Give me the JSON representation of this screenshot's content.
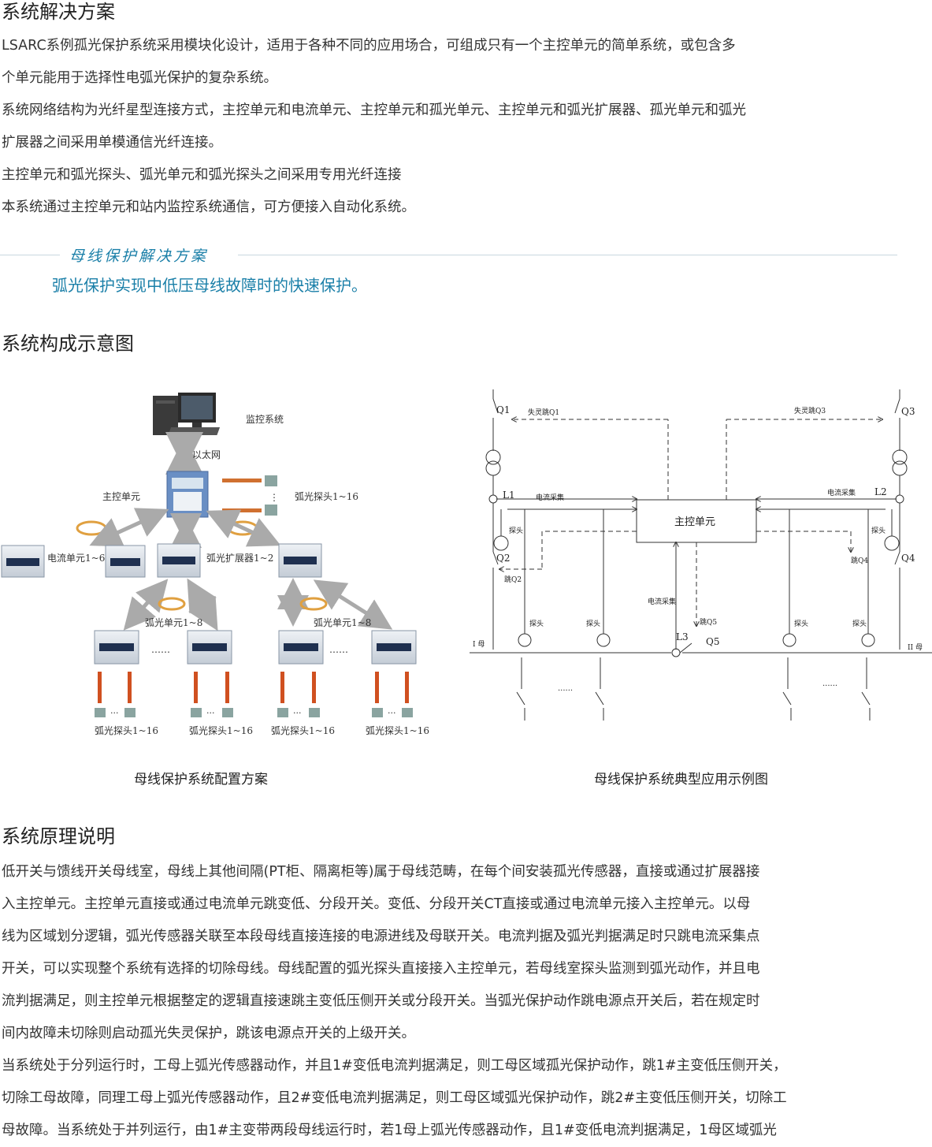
{
  "section1": {
    "title": "系统解决方案",
    "paragraphs": [
      "LSARC系例孤光保护系统采用模块化设计，适用于各种不同的应用场合，可组成只有一个主控单元的简单系统，或包含多",
      "个单元能用于选择性电弧光保护的复杂系统。",
      "系统网络结构为光纤星型连接方式，主控单元和电流单元、主控单元和孤光单元、主控单元和弧光扩展器、孤光单元和弧光",
      "扩展器之间采用单模通信光纤连接。",
      "主控单元和弧光探头、弧光单元和弧光探头之间采用专用光纤连接",
      "本系统通过主控单元和站内监控系统通信，可方便接入自动化系统。"
    ]
  },
  "busbar": {
    "title": "母线保护解决方案",
    "highlight": "弧光保护实现中低压母线故障时的快速保护。"
  },
  "section2": {
    "title": "系统构成示意图"
  },
  "diagram_left": {
    "monitor": "监控系统",
    "ethernet": "以太网",
    "main_unit": "主控单元",
    "probe_top": "弧光探头1~16",
    "current_unit": "电流单元1~6",
    "extender": "弧光扩展器1~2",
    "arc_unit_1": "弧光单元1~8",
    "arc_unit_2": "弧光单元1~8",
    "dots": "……",
    "probe_1": "弧光探头1~16",
    "probe_2": "弧光探头1~16",
    "probe_3": "弧光探头1~16",
    "probe_4": "弧光探头1~16",
    "caption": "母线保护系统配置方案"
  },
  "diagram_right": {
    "q1": "Q1",
    "q1_fail": "失灵跳Q1",
    "q3_fail": "失灵跳Q3",
    "q3": "Q3",
    "l1": "L1",
    "l1_current": "电流采集",
    "l2_current": "电流采集",
    "l2": "L2",
    "main_unit": "主控单元",
    "probe_left": "探头",
    "probe_right": "探头",
    "q2": "Q2",
    "trip_q2": "跳Q2",
    "trip_q4": "跳Q4",
    "q4": "Q4",
    "l3_current": "电流采集",
    "trip_q5": "跳Q5",
    "l3": "L3",
    "q5": "Q5",
    "probe_b1": "探头",
    "probe_b2": "探头",
    "probe_b3": "探头",
    "probe_b4": "探头",
    "bus_left": "I 母",
    "bus_right": "II 母",
    "dots_left": "......",
    "dots_right": "......",
    "caption": "母线保护系统典型应用示例图"
  },
  "section3": {
    "title": "系统原理说明",
    "paragraphs": [
      "低开关与馈线开关母线室，母线上其他间隔(PT柜、隔离柜等)属于母线范畴，在每个间安装孤光传感器，直接或通过扩展器接",
      "入主控单元。主控单元直接或通过电流单元跳变低、分段开关。变低、分段开关CT直接或通过电流单元接入主控单元。以母",
      "线为区域划分逻辑，弧光传感器关联至本段母线直接连接的电源进线及母联开关。电流判据及弧光判据满足时只跳电流采集点",
      "开关，可以实现整个系统有选择的切除母线。母线配置的弧光探头直接接入主控单元，若母线室探头监测到弧光动作，并且电",
      "流判据满足，则主控单元根据整定的逻辑直接速跳主变低压侧开关或分段开关。当弧光保护动作跳电源点开关后，若在规定时",
      "间内故障未切除则启动孤光失灵保护，跳该电源点开关的上级开关。",
      "当系统处于分列运行时，工母上弧光传感器动作，并且1#变低电流判据满足，则工母区域孤光保护动作，跳1#主变低压侧开关，",
      "切除工母故障，同理工母上弧光传感器动作，且2#变低电流判据满足，则工母区域弧光保护动作，跳2#主变低压侧开关，切除工",
      "母故障。当系统处于并列运行，由1#主变带两段母线运行时，若1母上弧光传感器动作，且1#变低电流判据满足，1母区域弧光"
    ]
  },
  "colors": {
    "accent": "#1a7fa8",
    "text": "#333333",
    "divider": "#c8d7df"
  }
}
